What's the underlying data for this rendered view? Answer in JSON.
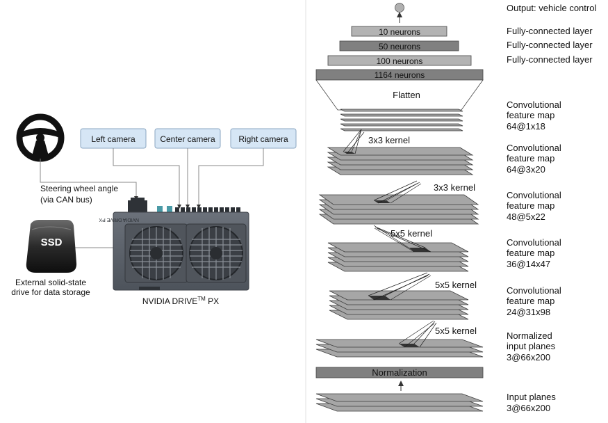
{
  "system": {
    "cameras": {
      "left": "Left camera",
      "center": "Center camera",
      "right": "Right camera"
    },
    "steering": {
      "line1": "Steering wheel angle",
      "line2": "(via CAN bus)"
    },
    "ssd": {
      "badge": "SSD",
      "line1": "External solid-state",
      "line2": "drive for data storage"
    },
    "device": {
      "name": "NVIDIA DRIVE",
      "tm": "TM",
      "suffix": " PX",
      "engraving": "NVIDIA DRIVE PX"
    }
  },
  "network": {
    "output_label": "Output: vehicle control",
    "fc_layers": [
      "10 neurons",
      "50 neurons",
      "100 neurons",
      "1164 neurons"
    ],
    "fc_descriptions": [
      "Fully-connected layer",
      "Fully-connected layer",
      "Fully-connected layer"
    ],
    "flatten_label": "Flatten",
    "kernels": [
      "3x3 kernel",
      "3x3 kernel",
      "5x5 kernel",
      "5x5 kernel",
      "5x5 kernel"
    ],
    "normalization_label": "Normalization",
    "layer_descriptions": [
      {
        "line1": "Convolutional",
        "line2": "feature map",
        "line3": "64@1x18"
      },
      {
        "line1": "Convolutional",
        "line2": "feature map",
        "line3": "64@3x20"
      },
      {
        "line1": "Convolutional",
        "line2": "feature map",
        "line3": "48@5x22"
      },
      {
        "line1": "Convolutional",
        "line2": "feature map",
        "line3": "36@14x47"
      },
      {
        "line1": "Convolutional",
        "line2": "feature map",
        "line3": "24@31x98"
      },
      {
        "line1": "Normalized",
        "line2": "input planes",
        "line3": "3@66x200"
      },
      {
        "line1": "Input planes",
        "line2": "3@66x200"
      }
    ]
  },
  "colors": {
    "camera_box_fill": "#d6e6f5",
    "camera_box_stroke": "#8aa6c1",
    "fc_light": "#b3b3b3",
    "fc_dark": "#808080",
    "plane_fill": "#a6a6a6",
    "plane_stroke": "#3c3c3c",
    "device_body": "#5b6068",
    "line_color": "#888888",
    "divider": "#dddddd"
  }
}
